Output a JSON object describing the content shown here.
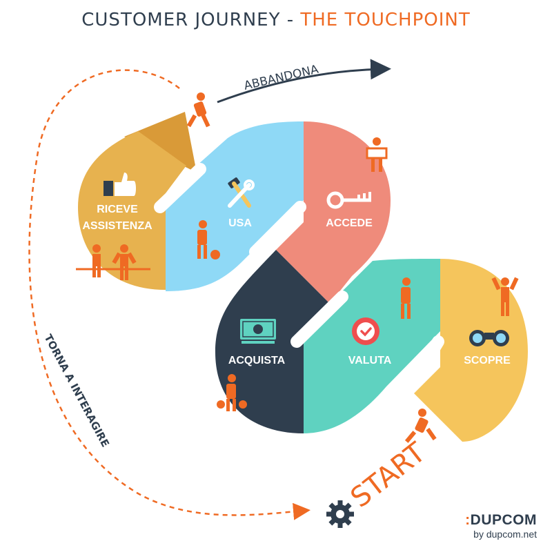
{
  "title": {
    "part1": "CUSTOMER JOURNEY - ",
    "part2": "THE TOUCHPOINT"
  },
  "stages": {
    "riceve_line1": "RICEVE",
    "riceve_line2": "ASSISTENZA",
    "usa": "USA",
    "accede": "ACCEDE",
    "acquista": "ACQUISTA",
    "valuta": "VALUTA",
    "scopre": "SCOPRE"
  },
  "flows": {
    "abbandona": "ABBANDONA",
    "torna": "TORNA A INTERAGIRE",
    "start": "START"
  },
  "brand": {
    "logo_prefix": ":",
    "logo": "DUPCOM",
    "sub": "by dupcom.net"
  },
  "colors": {
    "gold": "#e7b24f",
    "light_blue": "#8fd9f6",
    "salmon": "#ef8b7b",
    "dark_navy": "#2f3e4e",
    "teal": "#5fd2c0",
    "yellow": "#f5c55c",
    "accent_orange": "#ef6a23"
  },
  "icons": [
    "thumbs-up-icon",
    "hammer-wrench-icon",
    "key-icon",
    "money-icon",
    "check-badge-icon",
    "binoculars-icon",
    "gear-icon",
    "person-icon"
  ]
}
